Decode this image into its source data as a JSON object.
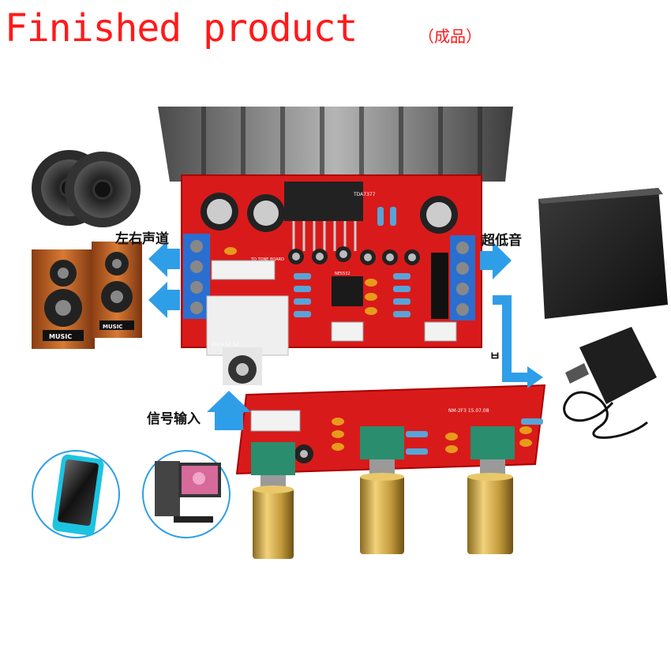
{
  "title": {
    "main": "Finished product",
    "sub": "（成品）"
  },
  "labels": {
    "left_right_channel": "左右声道",
    "subwoofer": "超低音",
    "signal_input": "信号输入",
    "power_partial": "ㅂ"
  },
  "speaker_badges": [
    "MUSIC",
    "MUSIC"
  ],
  "board_marks": {
    "amp_chip": "TDA7377",
    "tone_board": "TO TONE BOARD",
    "date": "2015.12.12",
    "preamp": "NE5532",
    "tone_ver": "NM-2F3 15.07.08"
  },
  "colors": {
    "title": "#ff1a1a",
    "board": "#d91a1a",
    "arrow": "#2f9ee8",
    "terminal": "#2a6fd0",
    "heatsink": "#7d7d7d",
    "knob": "#c9a24a"
  }
}
